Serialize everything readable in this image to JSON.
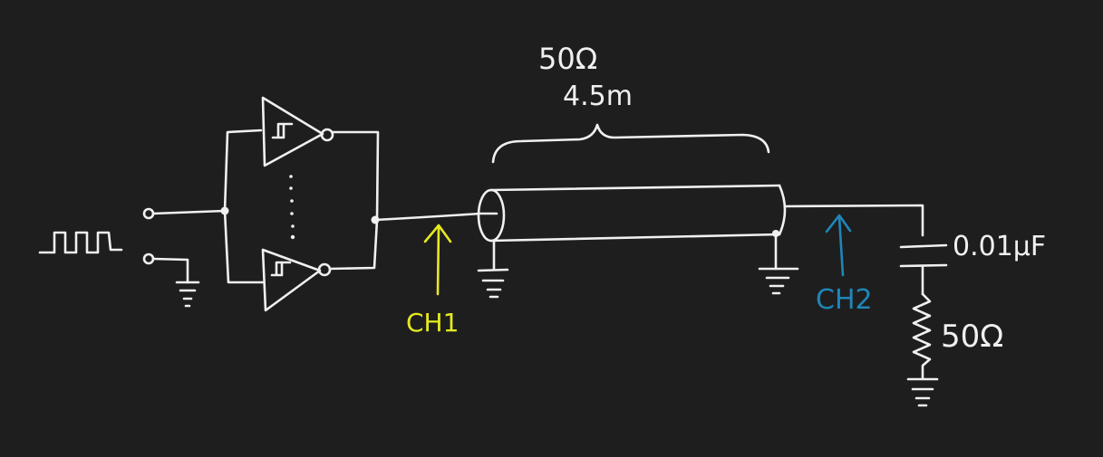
{
  "colors": {
    "background": "#1e1e1e",
    "ink": "#f0f0f0",
    "ch1": "#e6ea1f",
    "ch2": "#1f86b8"
  },
  "labels": {
    "cable_impedance": "50Ω",
    "cable_length": "4.5m",
    "probe_ch1": "CH1",
    "probe_ch2": "CH2",
    "capacitor_value": "0.01μF",
    "resistor_value": "50Ω"
  }
}
